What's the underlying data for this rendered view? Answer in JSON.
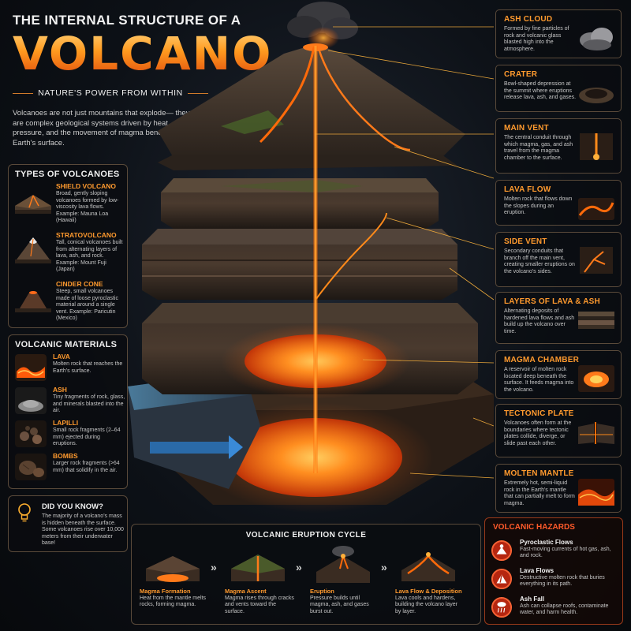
{
  "title": {
    "line1": "THE INTERNAL STRUCTURE OF A",
    "main": "VOLCANO",
    "subtitle": "NATURE'S POWER FROM WITHIN",
    "intro": "Volcanoes are not just mountains that explode— they are complex geological systems driven by heat, pressure, and the movement of magma beneath the Earth's surface."
  },
  "types": {
    "heading": "TYPES OF VOLCANOES",
    "items": [
      {
        "name": "SHIELD VOLCANO",
        "desc": "Broad, gently sloping volcanoes formed by low-viscosity lava flows. Example: Mauna Loa (Hawaii)"
      },
      {
        "name": "STRATOVOLCANO",
        "desc": "Tall, conical volcanoes built from alternating layers of lava, ash, and rock. Example: Mount Fuji (Japan)"
      },
      {
        "name": "CINDER CONE",
        "desc": "Steep, small volcanoes made of loose pyroclastic material around a single vent. Example: Paricutin (Mexico)"
      }
    ]
  },
  "materials": {
    "heading": "VOLCANIC MATERIALS",
    "items": [
      {
        "name": "LAVA",
        "desc": "Molten rock that reaches the Earth's surface."
      },
      {
        "name": "ASH",
        "desc": "Tiny fragments of rock, glass, and minerals blasted into the air."
      },
      {
        "name": "LAPILLI",
        "desc": "Small rock fragments (2–64 mm) ejected during eruptions."
      },
      {
        "name": "BOMBS",
        "desc": "Larger rock fragments (>64 mm) that solidify in the air."
      }
    ]
  },
  "did_you_know": {
    "heading": "DID YOU KNOW?",
    "text": "The majority of a volcano's mass is hidden beneath the surface. Some volcanoes rise over 10,000 meters from their underwater base!"
  },
  "callouts": [
    {
      "name": "ASH CLOUD",
      "desc": "Formed by fine particles of rock and volcanic glass blasted high into the atmosphere."
    },
    {
      "name": "CRATER",
      "desc": "Bowl-shaped depression at the summit where eruptions release lava, ash, and gases."
    },
    {
      "name": "MAIN VENT",
      "desc": "The central conduit through which magma, gas, and ash travel from the magma chamber to the surface."
    },
    {
      "name": "LAVA FLOW",
      "desc": "Molten rock that flows down the slopes during an eruption."
    },
    {
      "name": "SIDE VENT",
      "desc": "Secondary conduits that branch off the main vent, creating smaller eruptions on the volcano's sides."
    },
    {
      "name": "LAYERS OF LAVA & ASH",
      "desc": "Alternating deposits of hardened lava flows and ash build up the volcano over time."
    },
    {
      "name": "MAGMA CHAMBER",
      "desc": "A reservoir of molten rock located deep beneath the surface. It feeds magma into the volcano."
    },
    {
      "name": "TECTONIC PLATE",
      "desc": "Volcanoes often form at the boundaries where tectonic plates collide, diverge, or slide past each other."
    },
    {
      "name": "MOLTEN MANTLE",
      "desc": "Extremely hot, semi-liquid rock in the Earth's mantle that can partially melt to form magma."
    }
  ],
  "cycle": {
    "heading": "VOLCANIC ERUPTION CYCLE",
    "stages": [
      {
        "name": "Magma Formation",
        "desc": "Heat from the mantle melts rocks, forming magma."
      },
      {
        "name": "Magma Ascent",
        "desc": "Magma rises through cracks and vents toward the surface."
      },
      {
        "name": "Eruption",
        "desc": "Pressure builds until magma, ash, and gases burst out."
      },
      {
        "name": "Lava Flow & Deposition",
        "desc": "Lava cools and hardens, building the volcano layer by layer."
      }
    ]
  },
  "hazards": {
    "heading": "VOLCANIC HAZARDS",
    "items": [
      {
        "name": "Pyroclastic Flows",
        "desc": "Fast-moving currents of hot gas, ash, and rock."
      },
      {
        "name": "Lava Flows",
        "desc": "Destructive molten rock that buries everything in its path."
      },
      {
        "name": "Ash Fall",
        "desc": "Ash can collapse roofs, contaminate water, and harm health."
      }
    ]
  },
  "colors": {
    "accent": "#ff9a2e",
    "hazard": "#ff5a2a",
    "panel_border": "#5a4a3a"
  },
  "icons": [
    "lightbulb-icon",
    "pyroclastic-flow-icon",
    "lava-flow-icon",
    "ash-fall-icon",
    "chevron-right-icon"
  ]
}
